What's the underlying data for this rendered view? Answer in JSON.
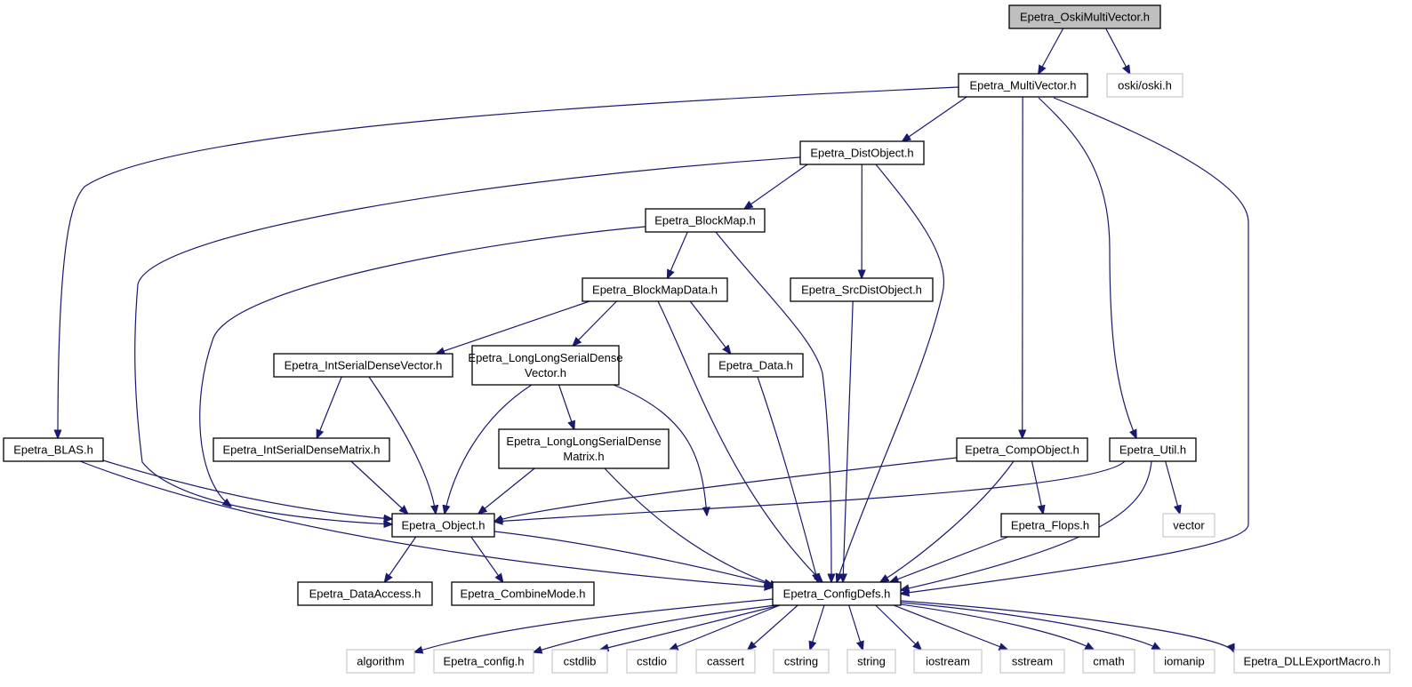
{
  "graph": {
    "nodes": [
      {
        "id": "oski_mv",
        "lines": [
          "Epetra_OskiMultiVector.h"
        ],
        "kind": "root"
      },
      {
        "id": "multivector",
        "lines": [
          "Epetra_MultiVector.h"
        ],
        "kind": "file"
      },
      {
        "id": "oski",
        "lines": [
          "oski/oski.h"
        ],
        "kind": "external"
      },
      {
        "id": "distobject",
        "lines": [
          "Epetra_DistObject.h"
        ],
        "kind": "file"
      },
      {
        "id": "blockmap",
        "lines": [
          "Epetra_BlockMap.h"
        ],
        "kind": "file"
      },
      {
        "id": "srcdist",
        "lines": [
          "Epetra_SrcDistObject.h"
        ],
        "kind": "file"
      },
      {
        "id": "blockmapdata",
        "lines": [
          "Epetra_BlockMapData.h"
        ],
        "kind": "file"
      },
      {
        "id": "intsdv",
        "lines": [
          "Epetra_IntSerialDenseVector.h"
        ],
        "kind": "file"
      },
      {
        "id": "llsdv",
        "lines": [
          "Epetra_LongLongSerialDense",
          "Vector.h"
        ],
        "kind": "file"
      },
      {
        "id": "data",
        "lines": [
          "Epetra_Data.h"
        ],
        "kind": "file"
      },
      {
        "id": "blas",
        "lines": [
          "Epetra_BLAS.h"
        ],
        "kind": "file"
      },
      {
        "id": "intsdm",
        "lines": [
          "Epetra_IntSerialDenseMatrix.h"
        ],
        "kind": "file"
      },
      {
        "id": "llsdm",
        "lines": [
          "Epetra_LongLongSerialDense",
          "Matrix.h"
        ],
        "kind": "file"
      },
      {
        "id": "compobject",
        "lines": [
          "Epetra_CompObject.h"
        ],
        "kind": "file"
      },
      {
        "id": "util",
        "lines": [
          "Epetra_Util.h"
        ],
        "kind": "file"
      },
      {
        "id": "object",
        "lines": [
          "Epetra_Object.h"
        ],
        "kind": "file"
      },
      {
        "id": "flops",
        "lines": [
          "Epetra_Flops.h"
        ],
        "kind": "file"
      },
      {
        "id": "vector",
        "lines": [
          "vector"
        ],
        "kind": "external"
      },
      {
        "id": "dataaccess",
        "lines": [
          "Epetra_DataAccess.h"
        ],
        "kind": "file"
      },
      {
        "id": "combinemode",
        "lines": [
          "Epetra_CombineMode.h"
        ],
        "kind": "file"
      },
      {
        "id": "configdefs",
        "lines": [
          "Epetra_ConfigDefs.h"
        ],
        "kind": "file"
      },
      {
        "id": "algorithm",
        "lines": [
          "algorithm"
        ],
        "kind": "external"
      },
      {
        "id": "epconfig",
        "lines": [
          "Epetra_config.h"
        ],
        "kind": "external"
      },
      {
        "id": "cstdlib",
        "lines": [
          "cstdlib"
        ],
        "kind": "external"
      },
      {
        "id": "cstdio",
        "lines": [
          "cstdio"
        ],
        "kind": "external"
      },
      {
        "id": "cassert",
        "lines": [
          "cassert"
        ],
        "kind": "external"
      },
      {
        "id": "cstring",
        "lines": [
          "cstring"
        ],
        "kind": "external"
      },
      {
        "id": "string",
        "lines": [
          "string"
        ],
        "kind": "external"
      },
      {
        "id": "iostream",
        "lines": [
          "iostream"
        ],
        "kind": "external"
      },
      {
        "id": "sstream",
        "lines": [
          "sstream"
        ],
        "kind": "external"
      },
      {
        "id": "cmath",
        "lines": [
          "cmath"
        ],
        "kind": "external"
      },
      {
        "id": "iomanip",
        "lines": [
          "iomanip"
        ],
        "kind": "external"
      },
      {
        "id": "dllexport",
        "lines": [
          "Epetra_DLLExportMacro.h"
        ],
        "kind": "external"
      }
    ],
    "edges": [
      {
        "from": "oski_mv",
        "to": "multivector"
      },
      {
        "from": "oski_mv",
        "to": "oski"
      },
      {
        "from": "multivector",
        "to": "blas"
      },
      {
        "from": "multivector",
        "to": "distobject"
      },
      {
        "from": "multivector",
        "to": "compobject"
      },
      {
        "from": "multivector",
        "to": "util"
      },
      {
        "from": "multivector",
        "to": "configdefs"
      },
      {
        "from": "distobject",
        "to": "object"
      },
      {
        "from": "distobject",
        "to": "blockmap"
      },
      {
        "from": "distobject",
        "to": "srcdist"
      },
      {
        "from": "distobject",
        "to": "configdefs"
      },
      {
        "from": "blockmap",
        "to": "object"
      },
      {
        "from": "blockmap",
        "to": "blockmapdata"
      },
      {
        "from": "blockmap",
        "to": "configdefs"
      },
      {
        "from": "srcdist",
        "to": "configdefs"
      },
      {
        "from": "blockmapdata",
        "to": "intsdv"
      },
      {
        "from": "blockmapdata",
        "to": "llsdv"
      },
      {
        "from": "blockmapdata",
        "to": "data"
      },
      {
        "from": "blockmapdata",
        "to": "configdefs"
      },
      {
        "from": "intsdv",
        "to": "intsdm"
      },
      {
        "from": "intsdv",
        "to": "object"
      },
      {
        "from": "llsdv",
        "to": "object"
      },
      {
        "from": "llsdv",
        "to": "llsdm"
      },
      {
        "from": "llsdv",
        "to": "configdefs"
      },
      {
        "from": "data",
        "to": "configdefs"
      },
      {
        "from": "blas",
        "to": "object"
      },
      {
        "from": "blas",
        "to": "configdefs"
      },
      {
        "from": "intsdm",
        "to": "object"
      },
      {
        "from": "llsdm",
        "to": "object"
      },
      {
        "from": "llsdm",
        "to": "configdefs"
      },
      {
        "from": "compobject",
        "to": "object"
      },
      {
        "from": "compobject",
        "to": "flops"
      },
      {
        "from": "compobject",
        "to": "configdefs"
      },
      {
        "from": "util",
        "to": "object"
      },
      {
        "from": "util",
        "to": "vector"
      },
      {
        "from": "util",
        "to": "configdefs"
      },
      {
        "from": "object",
        "to": "dataaccess"
      },
      {
        "from": "object",
        "to": "combinemode"
      },
      {
        "from": "object",
        "to": "configdefs"
      },
      {
        "from": "flops",
        "to": "configdefs"
      },
      {
        "from": "configdefs",
        "to": "algorithm"
      },
      {
        "from": "configdefs",
        "to": "epconfig"
      },
      {
        "from": "configdefs",
        "to": "cstdlib"
      },
      {
        "from": "configdefs",
        "to": "cstdio"
      },
      {
        "from": "configdefs",
        "to": "cassert"
      },
      {
        "from": "configdefs",
        "to": "cstring"
      },
      {
        "from": "configdefs",
        "to": "string"
      },
      {
        "from": "configdefs",
        "to": "iostream"
      },
      {
        "from": "configdefs",
        "to": "sstream"
      },
      {
        "from": "configdefs",
        "to": "cmath"
      },
      {
        "from": "configdefs",
        "to": "iomanip"
      },
      {
        "from": "configdefs",
        "to": "dllexport"
      }
    ]
  }
}
